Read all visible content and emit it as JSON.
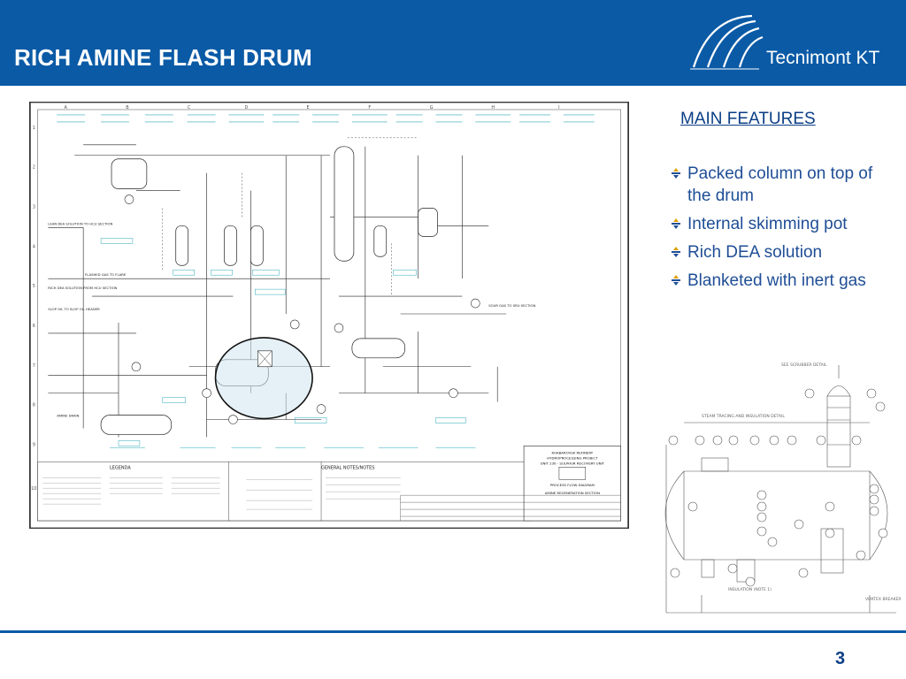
{
  "header": {
    "title": "RICH AMINE FLASH DRUM",
    "logo_text": "Tecnimont KT",
    "background_color": "#0a5aa6"
  },
  "features": {
    "title": "MAIN FEATURES",
    "items": [
      "Packed column on top of the drum",
      "Internal skimming pot",
      "Rich DEA solution",
      "Blanketed with inert gas"
    ]
  },
  "diagram": {
    "column_letters": [
      "A",
      "B",
      "C",
      "D",
      "E",
      "F",
      "G",
      "H",
      "I"
    ],
    "row_numbers": [
      "1",
      "2",
      "3",
      "4",
      "5",
      "6",
      "7",
      "8",
      "9",
      "10"
    ],
    "title_block": [
      "KHABAROVSK REFINERY",
      "HYDROPROCESSING PROJECT",
      "UNIT 230 - SULPHUR RECOVERY UNIT",
      "PROCESS FLOW DIAGRAM",
      "AMINE REGENERATION SECTION"
    ],
    "legend_label": "LEGENDA",
    "notes_label": "GENERAL NOTES/NOTES",
    "stream_labels": [
      "LEAN DEA SOLUTION TO HCU SECTION",
      "RICH DEA SOLUTION FROM HCU SECTION",
      "SLOP OIL TO SLOP OIL HEADER",
      "AMINE DRAIN",
      "FLASHED GAS TO FLARE",
      "SOUR GAS TO SRU SECTION"
    ]
  },
  "detail": {
    "labels": [
      "SEE SCRUBBER DETAIL",
      "STEAM TRACING AND INSULATION DETAIL",
      "INSULATION (NOTE 1)",
      "VORTEX BREAKER"
    ]
  },
  "page": {
    "number": "3"
  }
}
